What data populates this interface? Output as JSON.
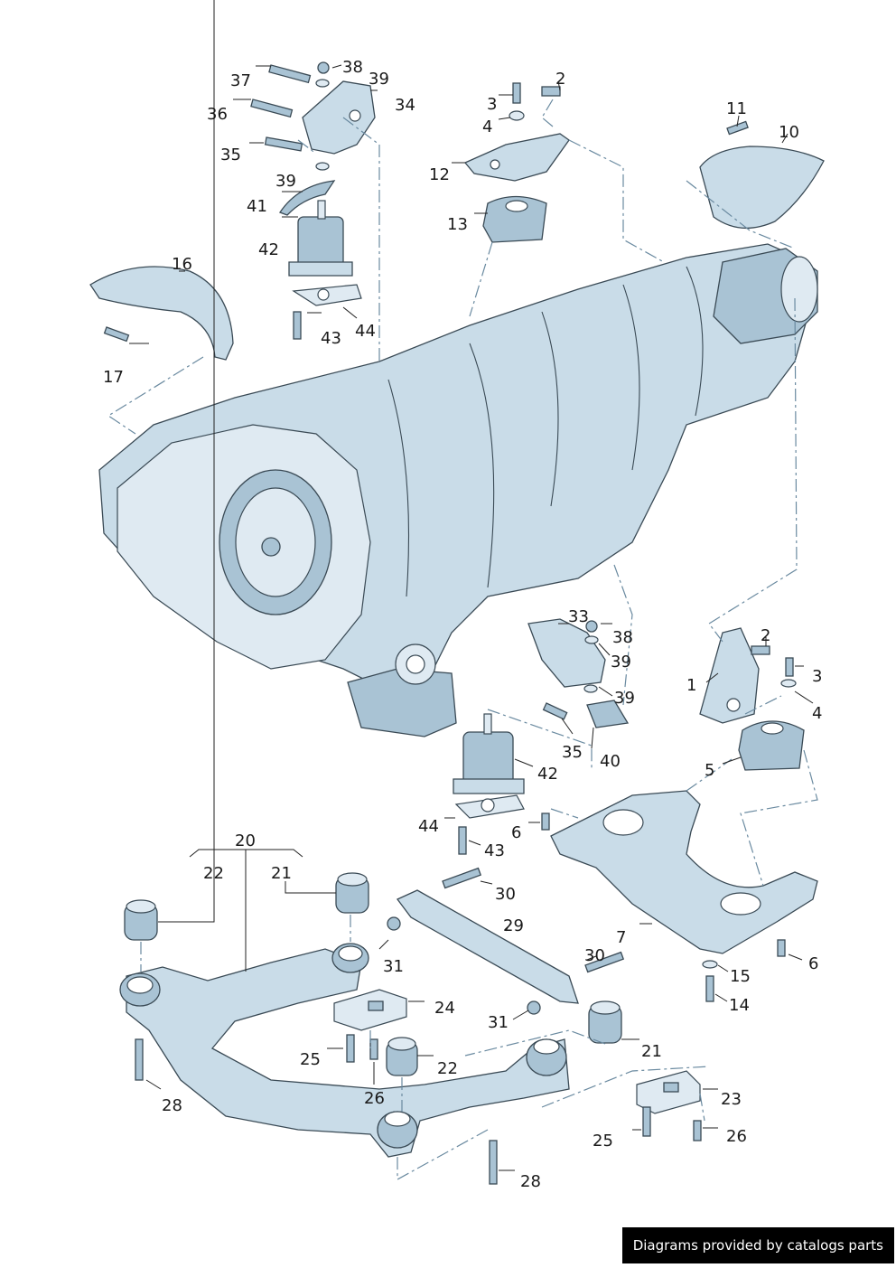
{
  "callouts": [
    {
      "id": "c37",
      "text": "37"
    },
    {
      "id": "c38a",
      "text": "38"
    },
    {
      "id": "c39a",
      "text": "39"
    },
    {
      "id": "c34",
      "text": "34"
    },
    {
      "id": "c36",
      "text": "36"
    },
    {
      "id": "c35a",
      "text": "35"
    },
    {
      "id": "c39b",
      "text": "39"
    },
    {
      "id": "c41",
      "text": "41"
    },
    {
      "id": "c42a",
      "text": "42"
    },
    {
      "id": "c16",
      "text": "16"
    },
    {
      "id": "c43a",
      "text": "43"
    },
    {
      "id": "c44a",
      "text": "44"
    },
    {
      "id": "c17",
      "text": "17"
    },
    {
      "id": "c2a",
      "text": "2"
    },
    {
      "id": "c3a",
      "text": "3"
    },
    {
      "id": "c4a",
      "text": "4"
    },
    {
      "id": "c12",
      "text": "12"
    },
    {
      "id": "c13",
      "text": "13"
    },
    {
      "id": "c11",
      "text": "11"
    },
    {
      "id": "c10",
      "text": "10"
    },
    {
      "id": "c33",
      "text": "33"
    },
    {
      "id": "c38b",
      "text": "38"
    },
    {
      "id": "c39c",
      "text": "39"
    },
    {
      "id": "c39d",
      "text": "39"
    },
    {
      "id": "c35b",
      "text": "35"
    },
    {
      "id": "c40",
      "text": "40"
    },
    {
      "id": "c42b",
      "text": "42"
    },
    {
      "id": "c44b",
      "text": "44"
    },
    {
      "id": "c43b",
      "text": "43"
    },
    {
      "id": "c6a",
      "text": "6"
    },
    {
      "id": "c2b",
      "text": "2"
    },
    {
      "id": "c3b",
      "text": "3"
    },
    {
      "id": "c1",
      "text": "1"
    },
    {
      "id": "c4b",
      "text": "4"
    },
    {
      "id": "c5",
      "text": "5"
    },
    {
      "id": "c20",
      "text": "20"
    },
    {
      "id": "c22a",
      "text": "22"
    },
    {
      "id": "c21a",
      "text": "21"
    },
    {
      "id": "c30a",
      "text": "30"
    },
    {
      "id": "c29",
      "text": "29"
    },
    {
      "id": "c31a",
      "text": "31"
    },
    {
      "id": "c30b",
      "text": "30"
    },
    {
      "id": "c7",
      "text": "7"
    },
    {
      "id": "c6b",
      "text": "6"
    },
    {
      "id": "c15",
      "text": "15"
    },
    {
      "id": "c14",
      "text": "14"
    },
    {
      "id": "c24",
      "text": "24"
    },
    {
      "id": "c31b",
      "text": "31"
    },
    {
      "id": "c21b",
      "text": "21"
    },
    {
      "id": "c25a",
      "text": "25"
    },
    {
      "id": "c22b",
      "text": "22"
    },
    {
      "id": "c26a",
      "text": "26"
    },
    {
      "id": "c28a",
      "text": "28"
    },
    {
      "id": "c23",
      "text": "23"
    },
    {
      "id": "c25b",
      "text": "25"
    },
    {
      "id": "c26b",
      "text": "26"
    },
    {
      "id": "c28b",
      "text": "28"
    }
  ],
  "footer": {
    "text": "Diagrams provided by catalogs parts"
  }
}
